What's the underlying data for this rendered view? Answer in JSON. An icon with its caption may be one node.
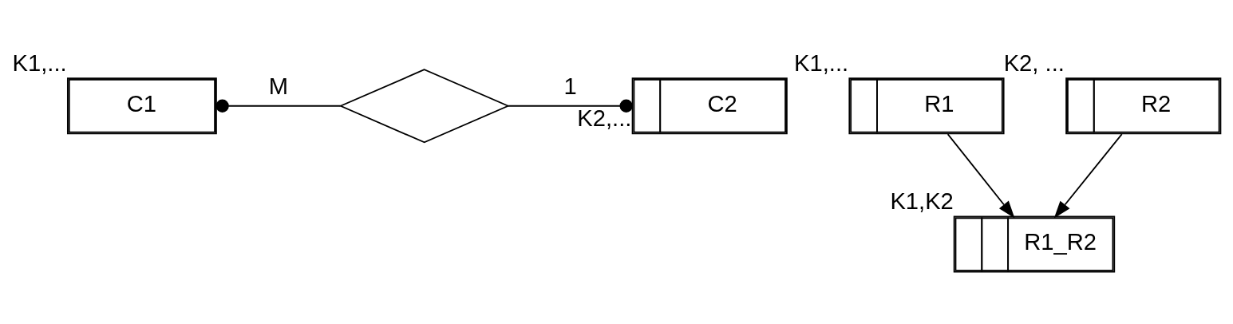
{
  "diagram": {
    "nodes": [
      {
        "text": [
          "C1"
        ],
        "beside": [
          "K1,..."
        ]
      },
      {
        "text": [],
        "shape": "diamond"
      },
      {
        "text": [
          "C2"
        ],
        "beside": [
          "K2,..."
        ]
      },
      {
        "text": [
          "R1"
        ],
        "beside": [
          "K1,..."
        ]
      },
      {
        "text": [
          "R2"
        ],
        "beside": [
          "K2, ..."
        ]
      },
      {
        "text": [
          "R1_R2"
        ],
        "beside": [
          "K1,K2"
        ]
      }
    ],
    "edges": [
      {
        "from": 0,
        "to": 1,
        "arrow": "other",
        "label": "M"
      },
      {
        "from": 1,
        "to": 2,
        "arrow": "other",
        "label": "1"
      },
      {
        "from": 3,
        "to": 5,
        "arrow": "to"
      },
      {
        "from": 4,
        "to": 5,
        "arrow": "to"
      }
    ]
  }
}
